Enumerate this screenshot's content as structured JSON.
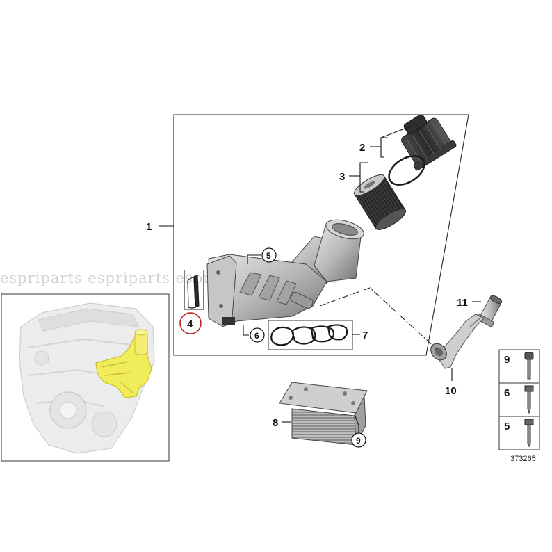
{
  "watermark": {
    "text": "espriparts espriparts espriparts espripart"
  },
  "callouts": {
    "assembly": "1",
    "filter_cap": "2",
    "filter_element": "3",
    "gasket": "4",
    "screw_housing": "5",
    "screw_bottom": "6",
    "gasket_set": "7",
    "oil_cooler": "8",
    "cooler_screw": "9",
    "coolant_pipe": "10",
    "pipe_connector": "11"
  },
  "fastener_panel": {
    "items": [
      "9",
      "6",
      "5"
    ]
  },
  "reference_number": "373265",
  "colors": {
    "highlight": "#f1ec5a",
    "gasket_circle": "#b01c1c",
    "parts": "#9a9a9a"
  }
}
